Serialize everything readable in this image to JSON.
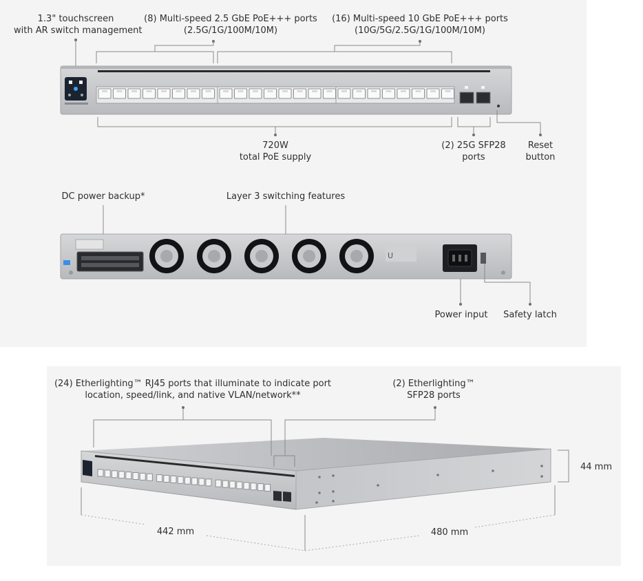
{
  "front": {
    "touchscreen": [
      "1.3\" touchscreen",
      "with AR switch management"
    ],
    "ports_25": [
      "(8) Multi-speed 2.5 GbE PoE+++ ports",
      "(2.5G/1G/100M/10M)"
    ],
    "ports_10": [
      "(16) Multi-speed 10 GbE PoE+++ ports",
      "(10G/5G/2.5G/1G/100M/10M)"
    ],
    "poe_supply": [
      "720W",
      "total PoE supply"
    ],
    "sfp": [
      "(2) 25G SFP28",
      "ports"
    ],
    "reset": [
      "Reset",
      "button"
    ]
  },
  "rear": {
    "dc_backup": "DC power backup*",
    "layer3": "Layer 3 switching features",
    "power_input": "Power input",
    "safety_latch": "Safety latch"
  },
  "perspective": {
    "etherlighting_rj45": [
      "(24) Etherlighting™ RJ45 ports that illuminate to indicate port",
      "location, speed/link, and native VLAN/network**"
    ],
    "etherlighting_sfp": [
      "(2) Etherlighting™",
      "SFP28 ports"
    ],
    "height": "44 mm",
    "width": "442 mm",
    "depth": "480 mm"
  },
  "colors": {
    "panel_bg": "#f4f4f4",
    "chassis": "#c9cacc",
    "leader_line": "#8a8a8a"
  }
}
